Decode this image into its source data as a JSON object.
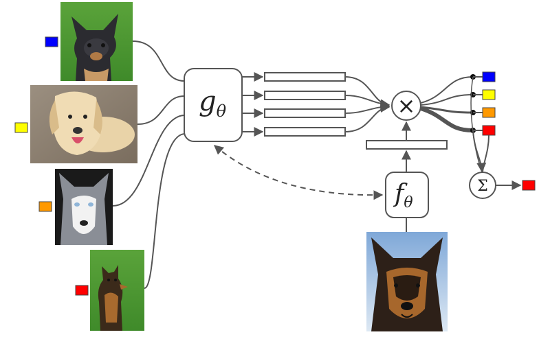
{
  "colors": {
    "blue": "#0000ff",
    "yellow": "#ffff00",
    "orange": "#ff9900",
    "red": "#ff0000",
    "edge": "#555555"
  },
  "support_images": [
    {
      "icon": "chihuahua-photo-icon",
      "label_color": "#0000ff"
    },
    {
      "icon": "labrador-photo-icon",
      "label_color": "#ffff00"
    },
    {
      "icon": "husky-photo-icon",
      "label_color": "#ff9900"
    },
    {
      "icon": "german-shepherd-full-body-photo-icon",
      "label_color": "#ff0000"
    }
  ],
  "query_image": {
    "icon": "german-shepherd-portrait-photo-icon"
  },
  "g_label": {
    "base": "g",
    "sub": "θ"
  },
  "f_label": {
    "base": "f",
    "sub": "θ"
  },
  "multiply_symbol": "×",
  "sum_symbol": "Σ",
  "output_labels": [
    "#0000ff",
    "#ffff00",
    "#ff9900",
    "#ff0000"
  ],
  "prediction_color": "#ff0000"
}
